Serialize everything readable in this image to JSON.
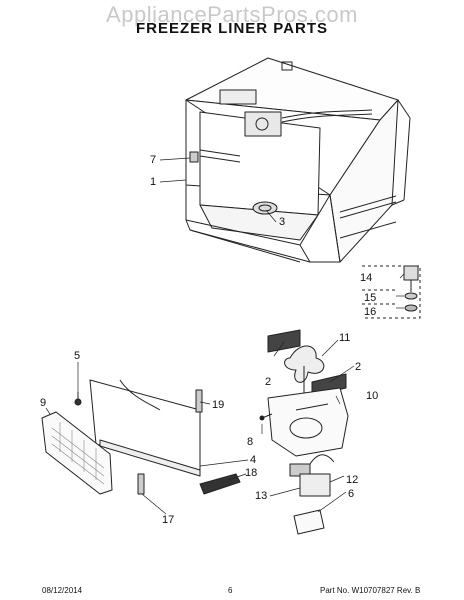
{
  "header": {
    "watermark": "AppliancePartsPros.com",
    "title": "FREEZER LINER PARTS"
  },
  "callouts": {
    "c1": "1",
    "c2a": "2",
    "c2b": "2",
    "c3": "3",
    "c4": "4",
    "c5": "5",
    "c6": "6",
    "c7": "7",
    "c8": "8",
    "c9": "9",
    "c10": "10",
    "c11": "11",
    "c12": "12",
    "c13": "13",
    "c14": "14",
    "c15": "15",
    "c16": "16",
    "c17": "17",
    "c18": "18",
    "c19": "19"
  },
  "footer": {
    "date": "08/12/2014",
    "page": "6",
    "part_no": "Part No. W10707827  Rev. B"
  }
}
